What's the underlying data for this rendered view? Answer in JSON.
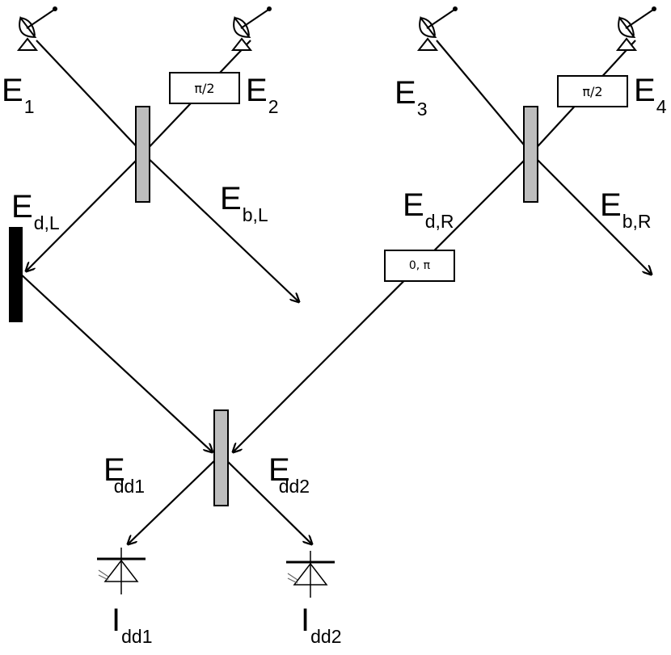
{
  "fields": {
    "e1": {
      "main": "E",
      "sub": "1"
    },
    "e2": {
      "main": "E",
      "sub": "2"
    },
    "e3": {
      "main": "E",
      "sub": "3"
    },
    "e4": {
      "main": "E",
      "sub": "4"
    },
    "edL": {
      "main": "E",
      "sub": "d,L"
    },
    "ebL": {
      "main": "E",
      "sub": "b,L"
    },
    "edR": {
      "main": "E",
      "sub": "d,R"
    },
    "ebR": {
      "main": "E",
      "sub": "b,R"
    },
    "edd1": {
      "main": "E",
      "sub": "dd1"
    },
    "edd2": {
      "main": "E",
      "sub": "dd2"
    }
  },
  "phase_shifters": {
    "left": "π/2",
    "right": "π/2",
    "bottom": "0, π"
  },
  "detectors": {
    "d1": {
      "main": "I",
      "sub": "dd1"
    },
    "d2": {
      "main": "I",
      "sub": "dd2"
    }
  }
}
